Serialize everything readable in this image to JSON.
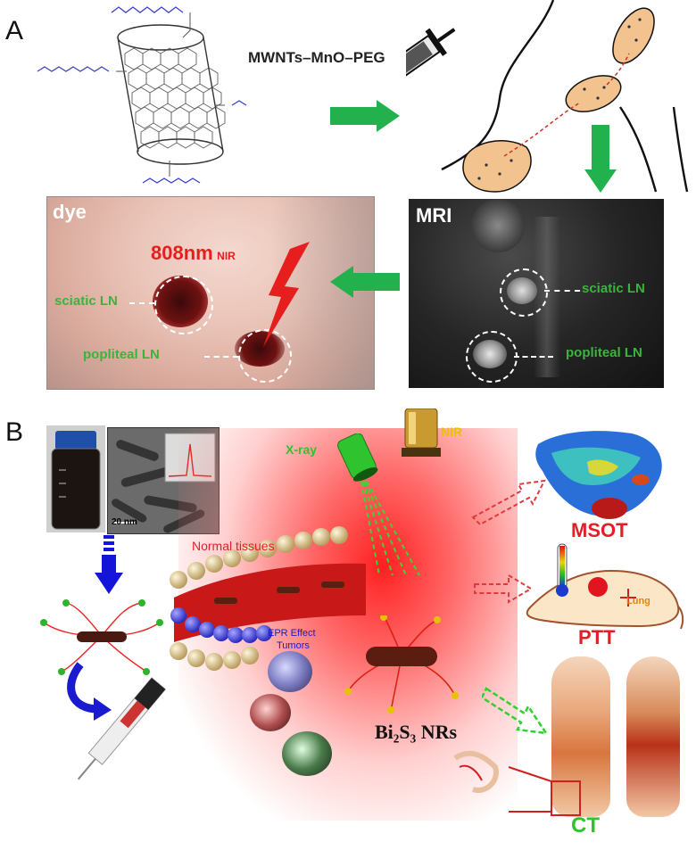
{
  "panel_a": {
    "letter": "A",
    "compound_label": "MWNTs–MnO–PEG",
    "dye_label": "dye",
    "mri_label": "MRI",
    "laser_wavelength": "808nm",
    "laser_type": "NIR",
    "dye_sciatic": "sciatic LN",
    "dye_popliteal": "popliteal LN",
    "mri_sciatic": "sciatic LN",
    "mri_popliteal": "popliteal LN"
  },
  "panel_b": {
    "letter": "B",
    "scale_bar": "20 nm",
    "xray_label": "X-ray",
    "nir_label": "NIR",
    "normal_tissues": "Normal tissues",
    "epr_effect": "EPR Effect",
    "tumors": "Tumors",
    "nanorods_label": "Bi₂S₃ NRs",
    "msot_label": "MSOT",
    "ptt_label": "PTT",
    "lung_label": "Lung",
    "ct_label": "CT"
  },
  "colors": {
    "arrow_green": "#22b14c",
    "laser_red": "#e61e1e",
    "skin": "#f2c28f",
    "peg_blue": "#3a3fd0",
    "glow_red": "#ff1a1a"
  }
}
